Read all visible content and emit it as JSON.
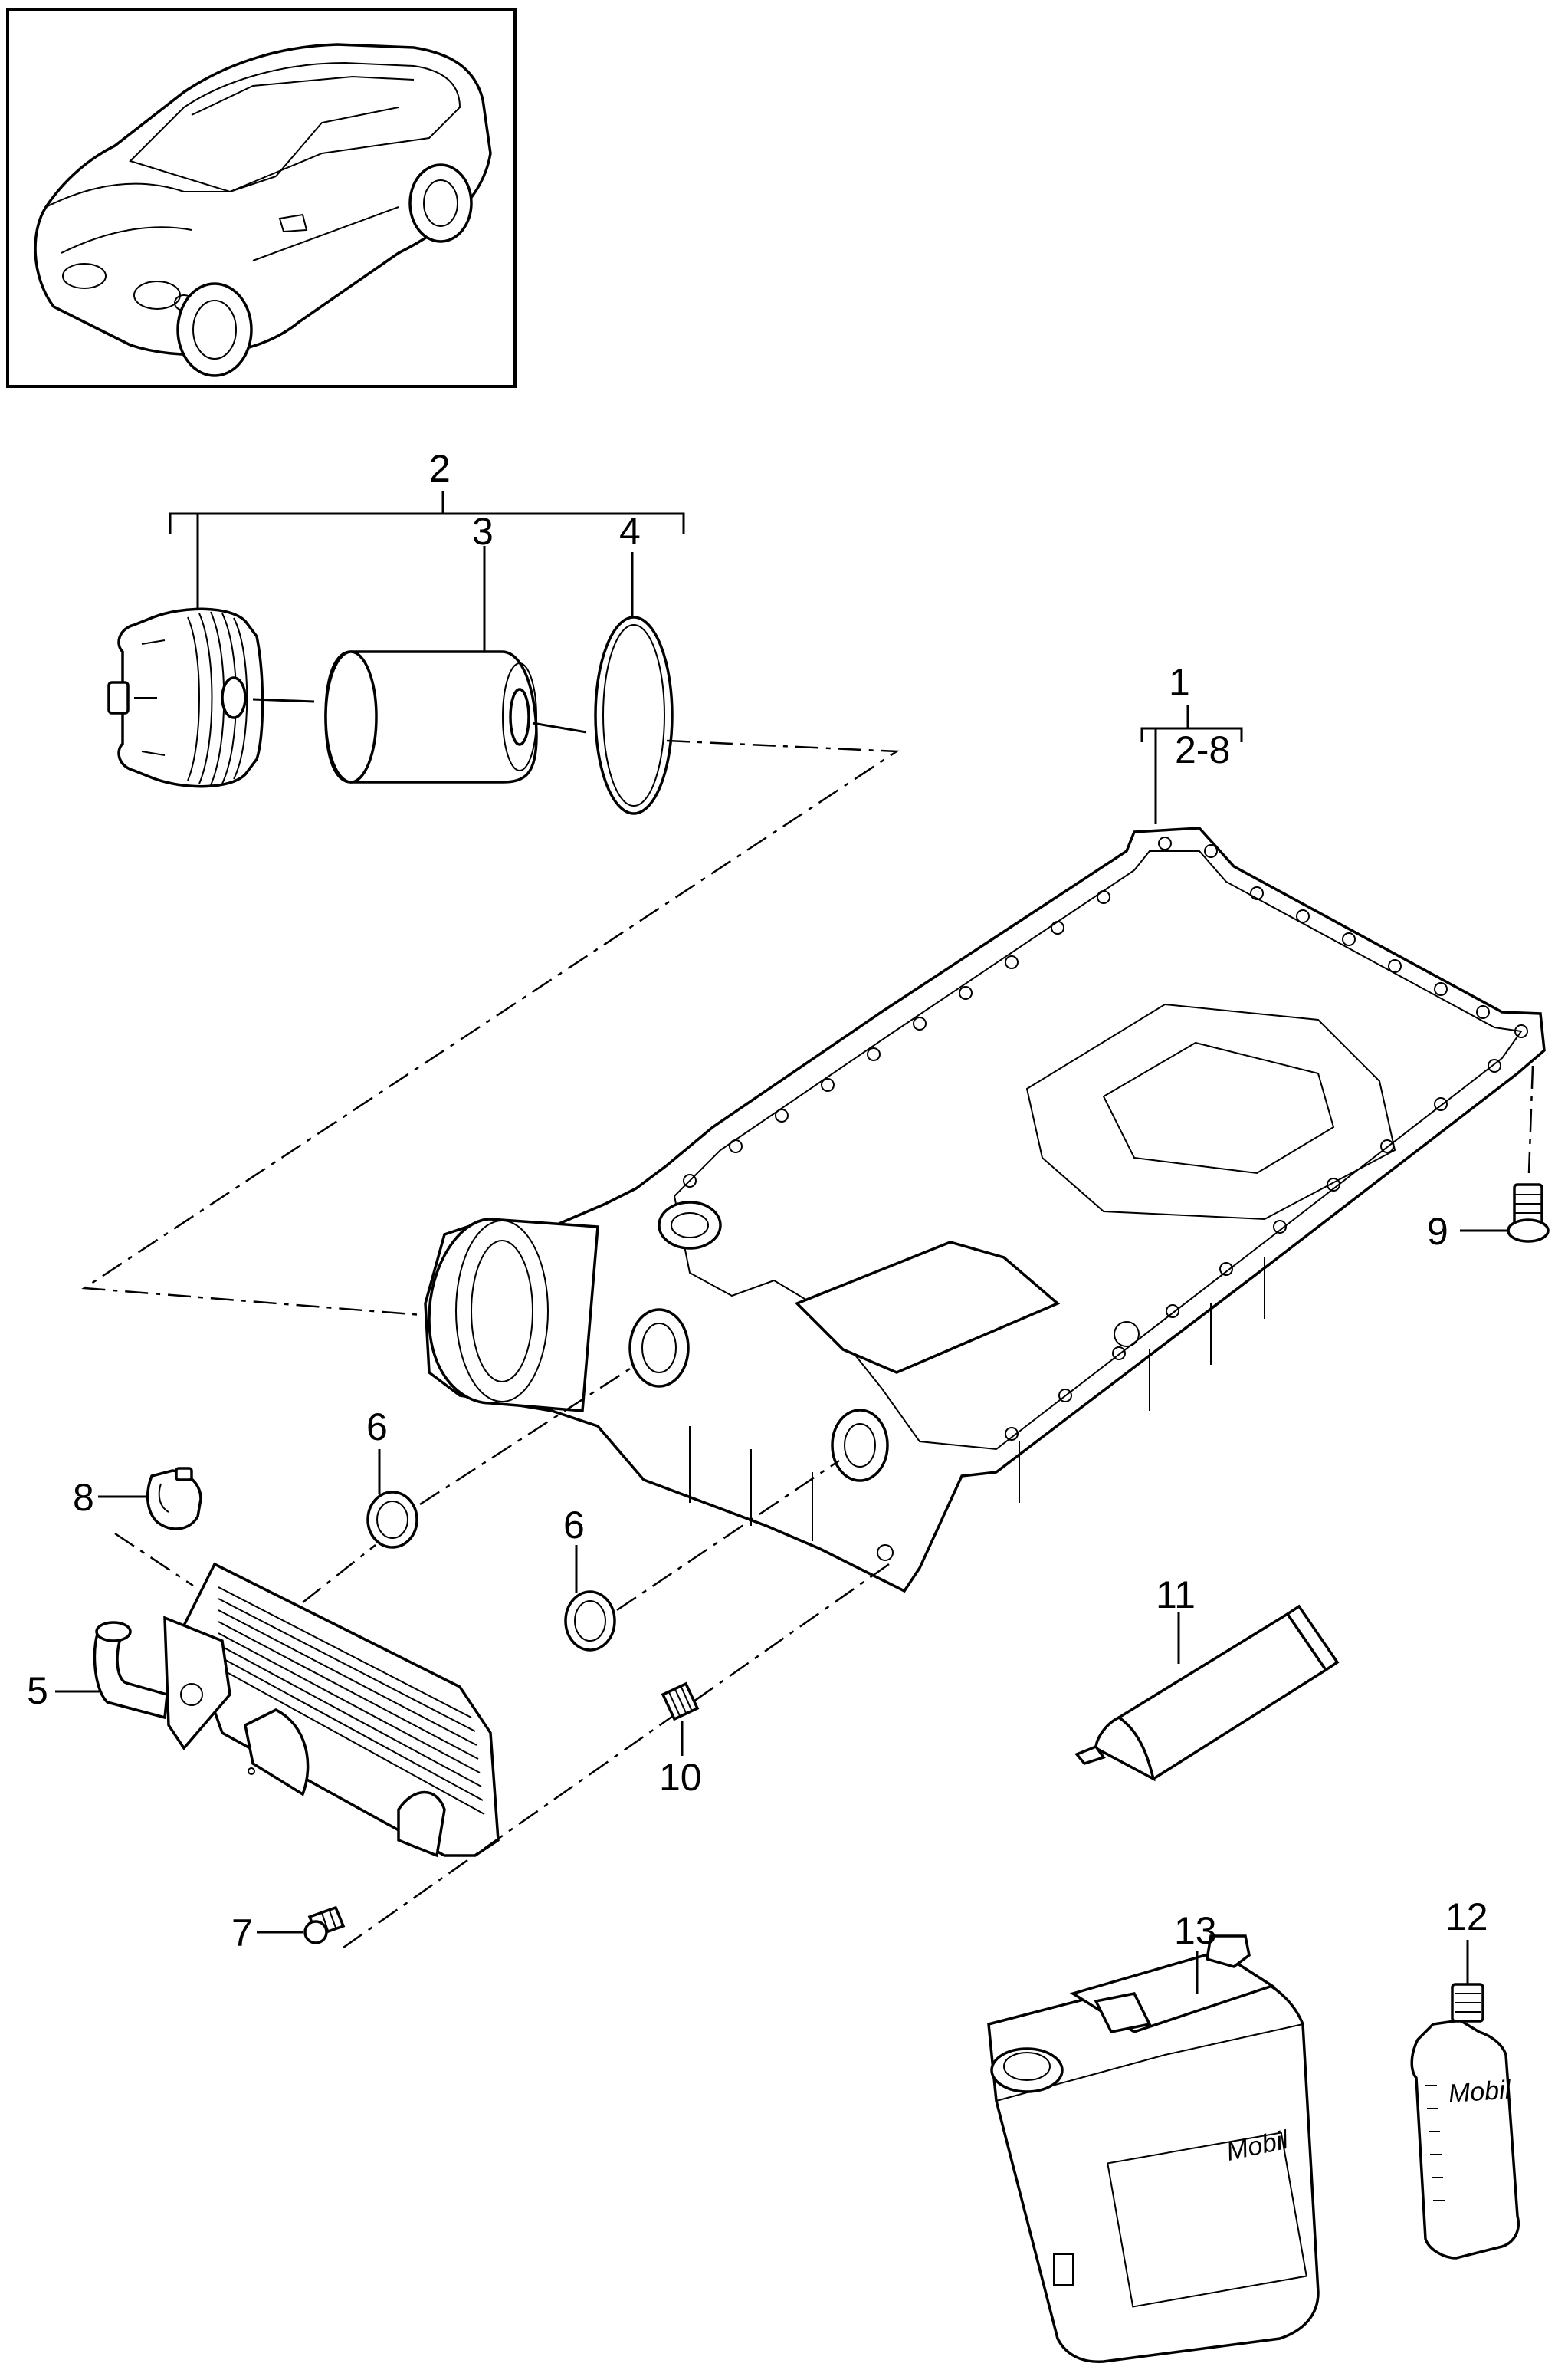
{
  "callouts": {
    "c1": "1",
    "c1_range": "2-8",
    "c2": "2",
    "c3": "3",
    "c4": "4",
    "c5": "5",
    "c6a": "6",
    "c6b": "6",
    "c7": "7",
    "c8": "8",
    "c9": "9",
    "c10": "10",
    "c11": "11",
    "c12": "12",
    "c13": "13"
  },
  "brand_labels": {
    "canister": "Mobil",
    "bottle": "Mobil"
  },
  "parts": [
    "vehicle-overview",
    "oil-pan",
    "oil-filter-housing-cover",
    "oil-filter-element",
    "o-ring-seal",
    "oil-cooler",
    "seal-ring",
    "screw",
    "clamp",
    "drain-plug",
    "threaded-plug",
    "sealing-compound-tube",
    "engine-oil-bottle",
    "engine-oil-canister"
  ]
}
